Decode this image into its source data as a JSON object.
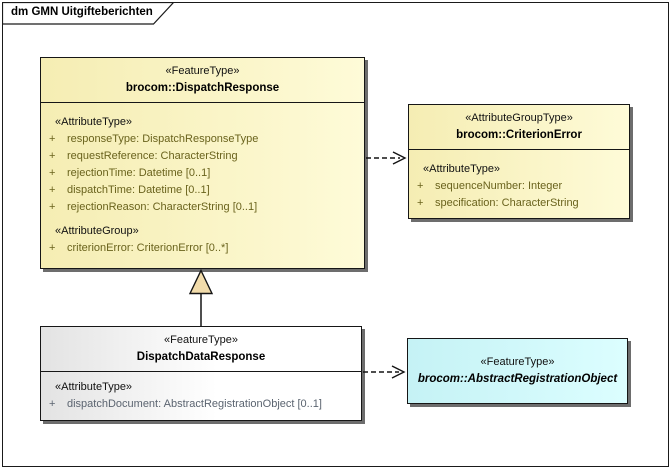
{
  "diagram": {
    "title": "dm GMN Uitgifteberichten",
    "kind": "UML class diagram frame"
  },
  "colors": {
    "c_yellow_l": "#f5edb3",
    "c_yellow_r": "#fefbd8",
    "c_cyan_l": "#c5f2f5",
    "c_cyan_r": "#dcfeff",
    "attr_olive": "#6a631d",
    "attr_gray": "#5b6470",
    "triangle_fill": "#f2dcab"
  },
  "classes": {
    "dispatch_response": {
      "stereotype": "«FeatureType»",
      "name": "brocom::DispatchResponse",
      "attr_section_label": "«AttributeType»",
      "attributes": [
        {
          "vis": "+",
          "text": "responseType: DispatchResponseType"
        },
        {
          "vis": "+",
          "text": "requestReference: CharacterString"
        },
        {
          "vis": "+",
          "text": "rejectionTime: Datetime [0..1]"
        },
        {
          "vis": "+",
          "text": "dispatchTime: Datetime [0..1]"
        },
        {
          "vis": "+",
          "text": "rejectionReason: CharacterString [0..1]"
        }
      ],
      "group_section_label": "«AttributeGroup»",
      "group_attributes": [
        {
          "vis": "+",
          "text": "criterionError: CriterionError [0..*]"
        }
      ]
    },
    "criterion_error": {
      "stereotype": "«AttributeGroupType»",
      "name": "brocom::CriterionError",
      "attr_section_label": "«AttributeType»",
      "attributes": [
        {
          "vis": "+",
          "text": "sequenceNumber: Integer"
        },
        {
          "vis": "+",
          "text": "specification: CharacterString"
        }
      ]
    },
    "dispatch_data_response": {
      "stereotype": "«FeatureType»",
      "name": "DispatchDataResponse",
      "attr_section_label": "«AttributeType»",
      "attributes": [
        {
          "vis": "+",
          "text": "dispatchDocument: AbstractRegistrationObject [0..1]"
        }
      ]
    },
    "abstract_registration_object": {
      "stereotype": "«FeatureType»",
      "name": "brocom::AbstractRegistrationObject"
    }
  },
  "relationships": [
    {
      "type": "dependency",
      "from": "brocom::DispatchResponse",
      "to": "brocom::CriterionError",
      "line": "dashed",
      "arrowhead": "open"
    },
    {
      "type": "generalization",
      "from": "DispatchDataResponse",
      "to": "brocom::DispatchResponse",
      "line": "solid",
      "arrowhead": "hollow-triangle"
    },
    {
      "type": "dependency",
      "from": "DispatchDataResponse",
      "to": "brocom::AbstractRegistrationObject",
      "line": "dashed",
      "arrowhead": "open"
    }
  ]
}
